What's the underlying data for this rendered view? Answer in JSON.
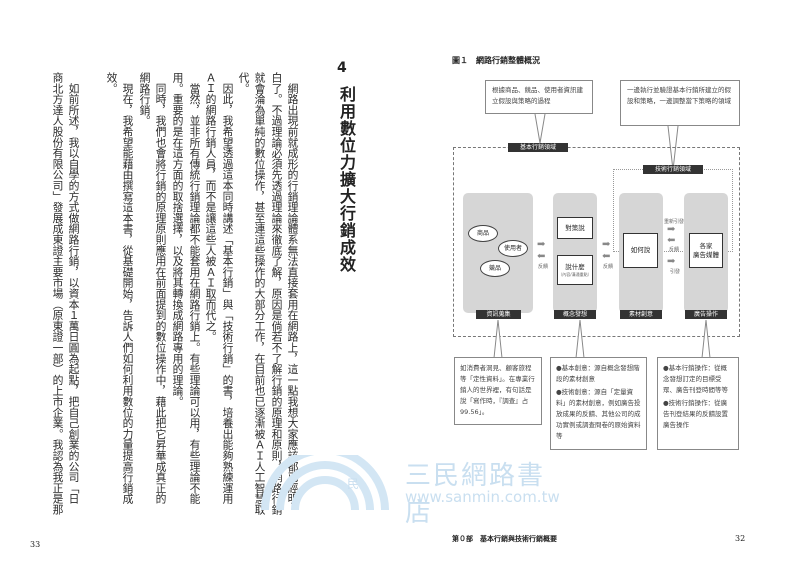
{
  "left_page": {
    "chapter_number": "4",
    "chapter_title": "利用數位力擴大行銷成效",
    "columns": [
      "　網路出現前就成形的行銷理論體系無法直接套用在網路上，這一點我想大家應該都已經明",
      "白了。不過理論必須先透過理論來徹底了解，原因是倘若不了解行銷的原理和原則，網路行銷",
      "就會淪為單純的數位操作，甚至連這些操作的大部分工作，在目前也已逐漸被ＡＩ人工智慧取",
      "代。",
      "　因此，我希望透過這本同時講述「基本行銷」與「技術行銷」的書，培養出能夠熟練運用",
      "ＡＩ的網路行銷人員，而不是讓這些人被ＡＩ取而代之。",
      "　當然，並非所有傳統行銷理論都不能套用在網路行銷上。有些理論可以用，有些理論不能",
      "用。重要的是在這方面的取捨選擇，以及將其轉換成網路專用的理論。",
      "　同時，我們也會將行銷的原理原則應用在前面提到的數位操作中，藉此把它昇華成真正的",
      "網路行銷。",
      "　現在，我希望能藉由撰寫這本書，從基礎開始，告訴人們如何利用數位的力量提高行銷成",
      "效。",
      "　如前所述，我以自學的方式做網路行銷，以資本１萬日圓為起點，把自己創業的公司「日",
      "商北方達人股份有限公司」發展成東證主要市場（原東證一部）的上市企業。我認為我正是那"
    ],
    "page_number": "33"
  },
  "right_page": {
    "figure_title": "圖１　網路行銷整體概況",
    "callout_basic": "根據商品、競品、使用者資訊建立假設與策略的過程",
    "callout_technical": "一邊執行並驗證基本行銷所建立的假設和策略，一邊調整當下策略的領域",
    "basic_domain_label": "基本行銷領域",
    "technical_domain_label": "技術行銷領域",
    "stages": [
      "資訊蒐集",
      "概念發想",
      "素材創意",
      "廣告操作"
    ],
    "ovals": [
      "商品",
      "使用者",
      "競品"
    ],
    "boxes": {
      "strategy": "對策說",
      "what": "說什麼",
      "what_sub": "（內容/溝通重點）",
      "how": "如何說",
      "media_line1": "各家",
      "media_line2": "廣告媒體"
    },
    "arrow_labels": {
      "feedback": "反饋",
      "rethink": "重新引發",
      "trigger": "引發"
    },
    "notes": {
      "info": "如消費者洞見、顧客旅程等「定性資料」。在專業行銷人的世界裡，有句話是說「寫作時，『調查』占99.56」。",
      "creative": [
        "●基本創意：源自概念發想階段的素材創意",
        "●技術創意：源自「定量資料」的素材創意，例如廣告投放成果的反饋、其他公司的成功實例或調查問卷的原始資料等"
      ],
      "ops": [
        "●基本行銷操作：從概念發想訂定的目標受眾、廣告刊登時間等等",
        "●技術行銷操作：從廣告刊登結果的反饋設置廣告操作"
      ]
    },
    "footer_section": "第０部　基本行銷與技術行銷概要",
    "page_number": "32"
  },
  "watermark": {
    "name": "三民網路書店",
    "url": "www.sanmin.com.tw",
    "logo_char": "民",
    "color": "#c9dff0"
  }
}
